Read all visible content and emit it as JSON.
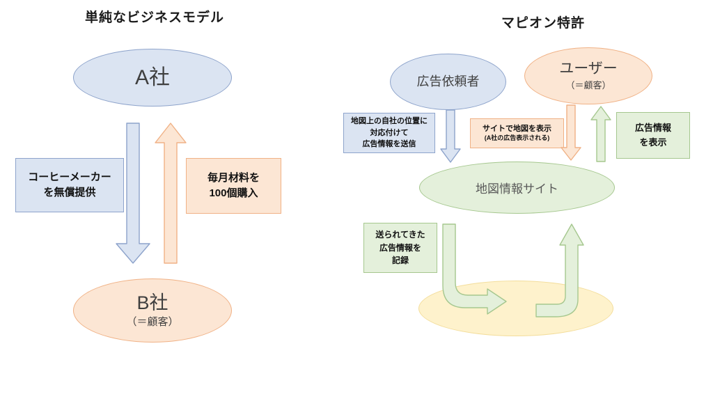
{
  "left_diagram": {
    "title": "単純なビジネスモデル",
    "company_a_label": "A社",
    "company_b_label": "B社",
    "company_b_sublabel": "（＝顧客）",
    "free_offer_box": "コーヒーメーカー\nを無償提供",
    "purchase_box": "毎月材料を\n100個購入"
  },
  "right_diagram": {
    "title": "マピオン特許",
    "advertiser_label": "広告依頼者",
    "user_label": "ユーザー",
    "user_sublabel": "（＝顧客）",
    "map_site_label": "地図情報サイト",
    "send_ad_box": "地図上の自社の位置に\n対応付けて\n広告情報を送信",
    "show_map_box_main": "サイトで地図を表示",
    "show_map_box_sub": "(A社の広告表示される)",
    "show_ad_box": "広告情報\nを表示",
    "record_box": "送られてきた\n広告情報を\n記録"
  },
  "colors": {
    "blue_fill": "#dbe4f2",
    "blue_border": "#8da3cb",
    "orange_fill": "#fce6d4",
    "orange_border": "#f0b185",
    "green_fill": "#e4f0db",
    "green_border": "#a5c78e",
    "yellow_fill": "#fef2cc",
    "yellow_border": "#f3dd9a"
  }
}
